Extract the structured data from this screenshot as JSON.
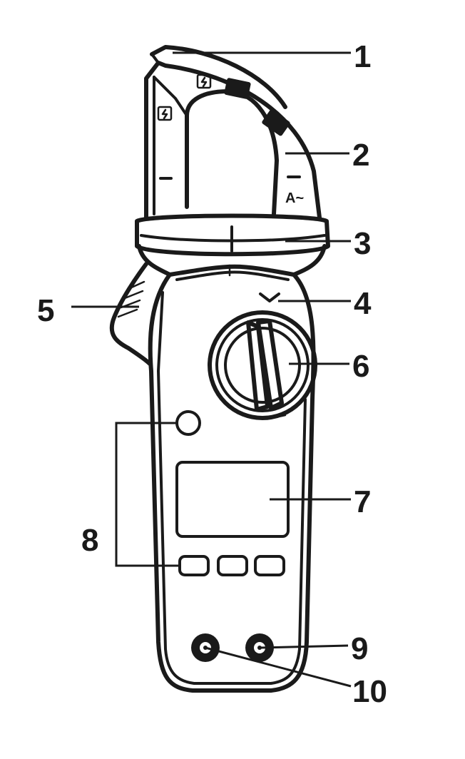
{
  "callouts": [
    {
      "id": "1",
      "text": "1"
    },
    {
      "id": "2",
      "text": "2"
    },
    {
      "id": "3",
      "text": "3"
    },
    {
      "id": "4",
      "text": "4"
    },
    {
      "id": "5",
      "text": "5"
    },
    {
      "id": "6",
      "text": "6"
    },
    {
      "id": "7",
      "text": "7"
    },
    {
      "id": "8",
      "text": "8"
    },
    {
      "id": "9",
      "text": "9"
    },
    {
      "id": "10",
      "text": "10"
    }
  ],
  "jaw_marking": "A~",
  "colors": {
    "ink": "#1a1a1a",
    "background": "#ffffff"
  }
}
